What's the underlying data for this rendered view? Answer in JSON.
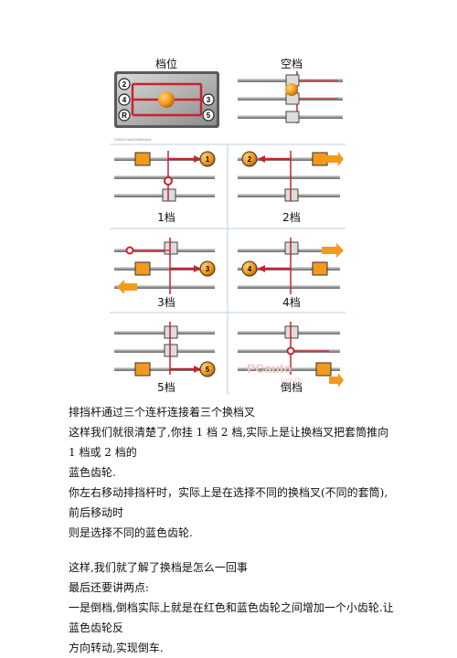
{
  "figure": {
    "labels": {
      "gear_position": "档位",
      "neutral": "空档",
      "first": "1档",
      "second": "2档",
      "third": "3档",
      "fourth": "4档",
      "fifth": "5档",
      "reverse": "倒档"
    },
    "shift_pattern": [
      "2",
      "4",
      "R",
      "3",
      "5"
    ],
    "circle_numbers": [
      "1",
      "2",
      "3",
      "4",
      "5"
    ],
    "copyright": "©2003 HowStuffWorks",
    "watermark": "PCauto",
    "watermark_domain": ".com.cn"
  },
  "text": {
    "line1": "排挡杆通过三个连杆连接着三个换档叉",
    "line2": "这样我们就很清楚了,你挂 1 档 2 档,实际上是让换档叉把套筒推向 1 档或 2 档的",
    "line3": "蓝色齿轮.",
    "line4": "你左右移动排挡杆时，实际上是在选择不同的换档叉(不同的套筒),前后移动时",
    "line5": "则是选择不同的蓝色齿轮.",
    "line6": "这样,我们就了解了换档是怎么一回事",
    "line7": "最后还要讲两点:",
    "line8": "一是倒档,倒档实际上就是在红色和蓝色齿轮之间增加一个小齿轮.让蓝色齿轮反",
    "line9": "方向转动,实现倒车."
  },
  "colors": {
    "red": "#c8232c",
    "orange": "#f39a1e",
    "rod": "#8a8a8a",
    "grid_line": "#bcd0e6"
  }
}
